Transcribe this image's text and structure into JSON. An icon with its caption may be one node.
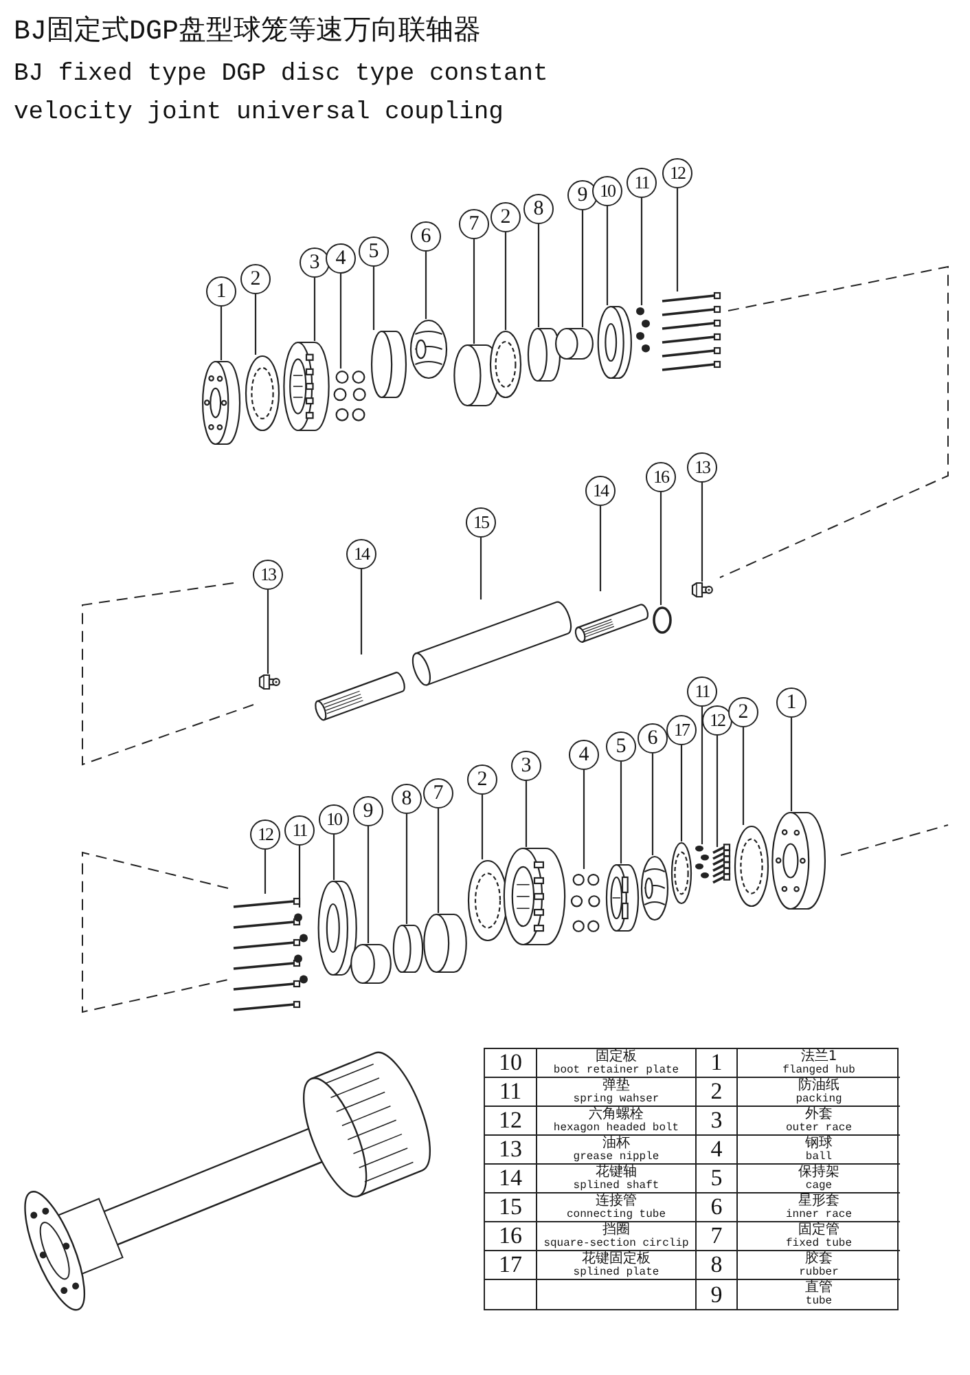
{
  "diagram": {
    "title": "BJ固定式DGP盘型球笼等速万向联轴器",
    "nodes": [
      {
        "text": [
          "1"
        ]
      },
      {
        "text": [],
        "shape": "picture"
      },
      {
        "text": [
          "2"
        ]
      },
      {
        "text": [],
        "shape": "picture"
      },
      {
        "text": [
          "3"
        ]
      },
      {
        "text": [],
        "shape": "picture"
      },
      {
        "text": [
          "4"
        ]
      },
      {
        "text": [],
        "shape": "picture"
      },
      {
        "text": [
          "5"
        ]
      },
      {
        "text": [],
        "shape": "cylinder"
      },
      {
        "text": [
          "6"
        ]
      },
      {
        "text": [],
        "shape": "picture"
      },
      {
        "text": [
          "7"
        ]
      },
      {
        "text": [],
        "shape": "cylinder"
      },
      {
        "text": [
          "2"
        ]
      },
      {
        "text": [],
        "shape": "picture"
      },
      {
        "text": [
          "8"
        ]
      },
      {
        "text": [],
        "shape": "cylinder"
      },
      {
        "text": [
          "9"
        ]
      },
      {
        "text": [],
        "shape": "cylinder"
      },
      {
        "text": [
          "10"
        ]
      },
      {
        "text": [],
        "shape": "picture"
      },
      {
        "text": [
          "11"
        ]
      },
      {
        "text": [],
        "shape": "picture"
      },
      {
        "text": [
          "12"
        ]
      },
      {
        "text": [],
        "shape": "picture"
      },
      {
        "text": [
          "13"
        ]
      },
      {
        "text": [],
        "shape": "picture"
      },
      {
        "text": [
          "14"
        ]
      },
      {
        "text": [],
        "shape": "picture"
      },
      {
        "text": [
          "15"
        ]
      },
      {
        "text": [],
        "shape": "picture"
      },
      {
        "text": [
          "14"
        ]
      },
      {
        "text": [],
        "shape": "picture"
      },
      {
        "text": [
          "16"
        ]
      },
      {
        "text": [],
        "shape": "circle"
      },
      {
        "text": [
          "13"
        ]
      },
      {
        "text": [],
        "shape": "picture"
      },
      {
        "text": [
          "12"
        ]
      },
      {
        "text": [],
        "shape": "picture"
      },
      {
        "text": [
          "11"
        ]
      },
      {
        "text": [],
        "shape": "picture"
      },
      {
        "text": [
          "10"
        ]
      },
      {
        "text": [],
        "shape": "picture"
      },
      {
        "text": [
          "9"
        ]
      },
      {
        "text": [],
        "shape": "cylinder"
      },
      {
        "text": [
          "8"
        ]
      },
      {
        "text": [],
        "shape": "cylinder"
      },
      {
        "text": [
          "7"
        ]
      },
      {
        "text": [],
        "shape": "cylinder"
      },
      {
        "text": [
          "2"
        ]
      },
      {
        "text": [],
        "shape": "picture"
      },
      {
        "text": [
          "3"
        ]
      },
      {
        "text": [],
        "shape": "picture"
      },
      {
        "text": [
          "4"
        ]
      },
      {
        "text": [],
        "shape": "picture"
      },
      {
        "text": [
          "5"
        ]
      },
      {
        "text": [],
        "shape": "picture"
      },
      {
        "text": [
          "6"
        ]
      },
      {
        "text": [],
        "shape": "picture"
      },
      {
        "text": [
          "17"
        ]
      },
      {
        "text": [],
        "shape": "picture"
      },
      {
        "text": [
          "11"
        ]
      },
      {
        "text": [],
        "shape": "picture"
      },
      {
        "text": [
          "12"
        ]
      },
      {
        "text": [],
        "shape": "picture"
      },
      {
        "text": [
          "2"
        ]
      },
      {
        "text": [],
        "shape": "picture"
      },
      {
        "text": [
          "1"
        ]
      },
      {
        "text": [],
        "shape": "picture"
      }
    ],
    "edges": [
      {
        "from": 0,
        "to": 1,
        "arrow": "none"
      },
      {
        "from": 2,
        "to": 3,
        "arrow": "none"
      },
      {
        "from": 4,
        "to": 5,
        "arrow": "none"
      },
      {
        "from": 6,
        "to": 7,
        "arrow": "none"
      },
      {
        "from": 8,
        "to": 9,
        "arrow": "none"
      },
      {
        "from": 10,
        "to": 11,
        "arrow": "none"
      },
      {
        "from": 12,
        "to": 13,
        "arrow": "none"
      },
      {
        "from": 14,
        "to": 15,
        "arrow": "none"
      },
      {
        "from": 16,
        "to": 17,
        "arrow": "none"
      },
      {
        "from": 18,
        "to": 19,
        "arrow": "none"
      },
      {
        "from": 20,
        "to": 21,
        "arrow": "none"
      },
      {
        "from": 22,
        "to": 23,
        "arrow": "none"
      },
      {
        "from": 24,
        "to": 25,
        "arrow": "none"
      },
      {
        "from": 26,
        "to": 27,
        "arrow": "none"
      },
      {
        "from": 28,
        "to": 29,
        "arrow": "none"
      },
      {
        "from": 30,
        "to": 31,
        "arrow": "none"
      },
      {
        "from": 32,
        "to": 33,
        "arrow": "none"
      },
      {
        "from": 34,
        "to": 35,
        "arrow": "none"
      },
      {
        "from": 36,
        "to": 37,
        "arrow": "none"
      },
      {
        "from": 38,
        "to": 39,
        "arrow": "none"
      },
      {
        "from": 40,
        "to": 41,
        "arrow": "none"
      },
      {
        "from": 42,
        "to": 43,
        "arrow": "none"
      },
      {
        "from": 44,
        "to": 45,
        "arrow": "none"
      },
      {
        "from": 46,
        "to": 47,
        "arrow": "none"
      },
      {
        "from": 48,
        "to": 49,
        "arrow": "none"
      },
      {
        "from": 50,
        "to": 51,
        "arrow": "none"
      },
      {
        "from": 52,
        "to": 53,
        "arrow": "none"
      },
      {
        "from": 54,
        "to": 55,
        "arrow": "none"
      },
      {
        "from": 56,
        "to": 57,
        "arrow": "none"
      },
      {
        "from": 58,
        "to": 59,
        "arrow": "none"
      },
      {
        "from": 60,
        "to": 61,
        "arrow": "none"
      },
      {
        "from": 62,
        "to": 63,
        "arrow": "none"
      },
      {
        "from": 64,
        "to": 65,
        "arrow": "none"
      },
      {
        "from": 66,
        "to": 67,
        "arrow": "none"
      },
      {
        "from": 68,
        "to": 69,
        "arrow": "none"
      }
    ],
    "labels": [
      "BJ fixed type DGP disc type constant velocity joint universal coupling",
      "10",
      "固定板",
      "boot retainer plate",
      "1",
      "法兰1",
      "flanged hub",
      "11",
      "弹垫",
      "spring wahser",
      "2",
      "防油纸",
      "packing",
      "12",
      "六角螺栓",
      "hexagon headed bolt",
      "3",
      "外套",
      "outer race",
      "13",
      "油杯",
      "grease nipple",
      "4",
      "钢球",
      "ball",
      "14",
      "花键轴",
      "splined shaft",
      "5",
      "保持架",
      "cage",
      "15",
      "连接管",
      "connecting tube",
      "6",
      "星形套",
      "inner race",
      "16",
      "挡圈",
      "square-section circlip",
      "7",
      "固定管",
      "fixed tube",
      "17",
      "花键固定板",
      "splined plate",
      "8",
      "胶套",
      "rubber",
      "9",
      "直管",
      "tube"
    ]
  }
}
